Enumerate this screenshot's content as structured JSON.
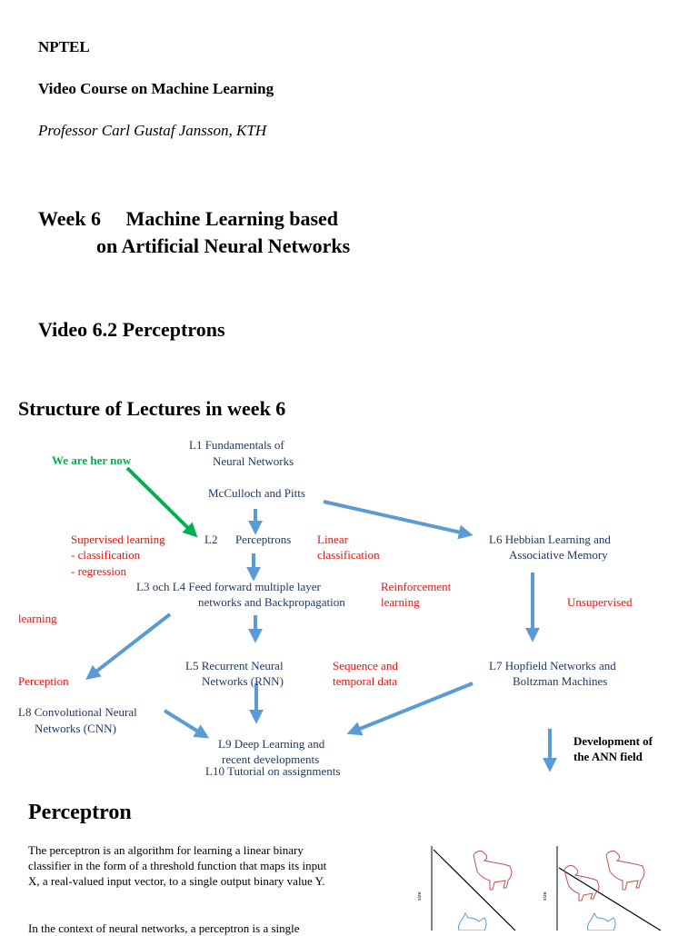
{
  "header": {
    "org": "NPTEL",
    "course": "Video Course on Machine Learning",
    "professor": "Professor Carl Gustaf Jansson, KTH",
    "week_line1": "Week 6     Machine Learning based",
    "week_line2": "on Artificial Neural Networks",
    "video": "Video 6.2  Perceptrons"
  },
  "structure": {
    "title": "Structure of Lectures in week 6",
    "we_are_here": "We are her now",
    "nodes": {
      "l1_a": "L1  Fundamentals of",
      "l1_b": "Neural Networks",
      "mcculloch": "McCulloch and Pitts",
      "l2": "L2      Perceptrons",
      "l34_a": "L3 och L4   Feed forward multiple layer",
      "l34_b": "networks and Backpropagation",
      "l5_a": "L5 Recurrent Neural",
      "l5_b": "Networks (RNN)",
      "l6_a": "L6 Hebbian Learning and",
      "l6_b": "Associative Memory",
      "l7_a": "L7  Hopfield Networks and",
      "l7_b": "Boltzman Machines",
      "l8_a": "L8  Convolutional Neural",
      "l8_b": "Networks (CNN)",
      "l9_a": "L9 Deep Learning and",
      "l9_b": "recent developments",
      "l10": "L10 Tutorial on assignments"
    },
    "labels": {
      "supervised_a": "Supervised learning",
      "supervised_b": "- classification",
      "supervised_c": "- regression",
      "linear_a": "Linear",
      "linear_b": "classification",
      "reinforcement_a": "Reinforcement",
      "reinforcement_b": "learning",
      "learning": "learning",
      "unsupervised": "Unsupervised",
      "perception": "Perception",
      "sequence_a": "Sequence and",
      "sequence_b": "temporal data"
    },
    "development_a": "Development of",
    "development_b": "the ANN field",
    "colors": {
      "node": "#1f3864",
      "label": "#e8120c",
      "arrow": "#5b9bd5",
      "here": "#00b04f"
    }
  },
  "perceptron": {
    "title": "Perceptron",
    "para1": "The perceptron is an algorithm for learning a linear binary classifier in the form of a threshold function that maps its input X, a real-valued input vector, to a single  output binary value  Y.",
    "para2": "In the context of neural networks, a perceptron is a single",
    "figure_axis_label": "size",
    "figure_icons": [
      "dog-icon",
      "cat-icon"
    ]
  }
}
